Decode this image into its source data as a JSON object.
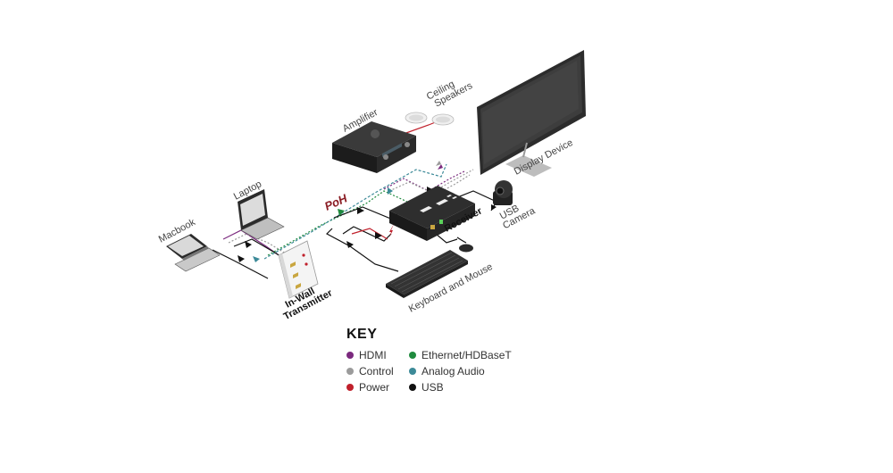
{
  "labels": {
    "amplifier": "Amplifier",
    "ceiling_speakers": "Ceiling Speakers",
    "display_device": "Display Device",
    "usb_camera": "USB Camera",
    "receiver": "Receiver",
    "keyboard_mouse": "Keyboard and Mouse",
    "laptop": "Laptop",
    "macbook": "Macbook",
    "in_wall_transmitter": "In-Wall Transmitter",
    "poh": "PoH"
  },
  "key": {
    "title": "KEY",
    "items": [
      {
        "label": "HDMI",
        "color": "#7b2a7e"
      },
      {
        "label": "Ethernet/HDBaseT",
        "color": "#1f8a3e"
      },
      {
        "label": "Control",
        "color": "#9b9b9b"
      },
      {
        "label": "Analog Audio",
        "color": "#3c8a98"
      },
      {
        "label": "Power",
        "color": "#c0202b"
      },
      {
        "label": "USB",
        "color": "#111111"
      }
    ]
  },
  "colors": {
    "hdmi": "#7b2a7e",
    "ethernet": "#1f8a3e",
    "control": "#9b9b9b",
    "audio": "#3c8a98",
    "power": "#c0202b",
    "usb": "#111111"
  }
}
